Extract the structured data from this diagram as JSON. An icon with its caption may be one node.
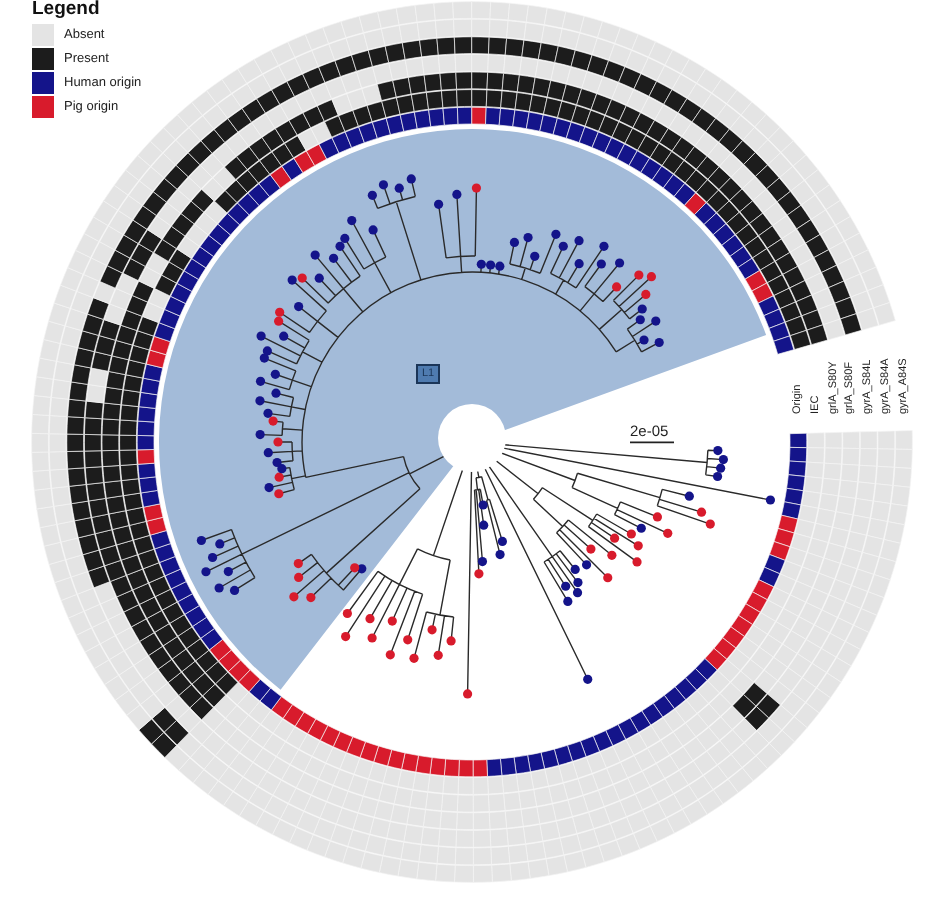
{
  "diagram": {
    "labels": [
      "Legend",
      "L1",
      "2e-05",
      "Origin",
      "IEC",
      "grlA_S80Y",
      "grlA_S80F",
      "gyrA_S84L",
      "gyrA_S84A",
      "gyrA_A84S"
    ],
    "legend": [
      {
        "text": "Absent",
        "color": "#e4e4e4"
      },
      {
        "text": "Present",
        "color": "#1c1c1c"
      },
      {
        "text": "Human origin",
        "color": "#14148a"
      },
      {
        "text": "Pig origin",
        "color": "#d81b2c"
      }
    ]
  }
}
